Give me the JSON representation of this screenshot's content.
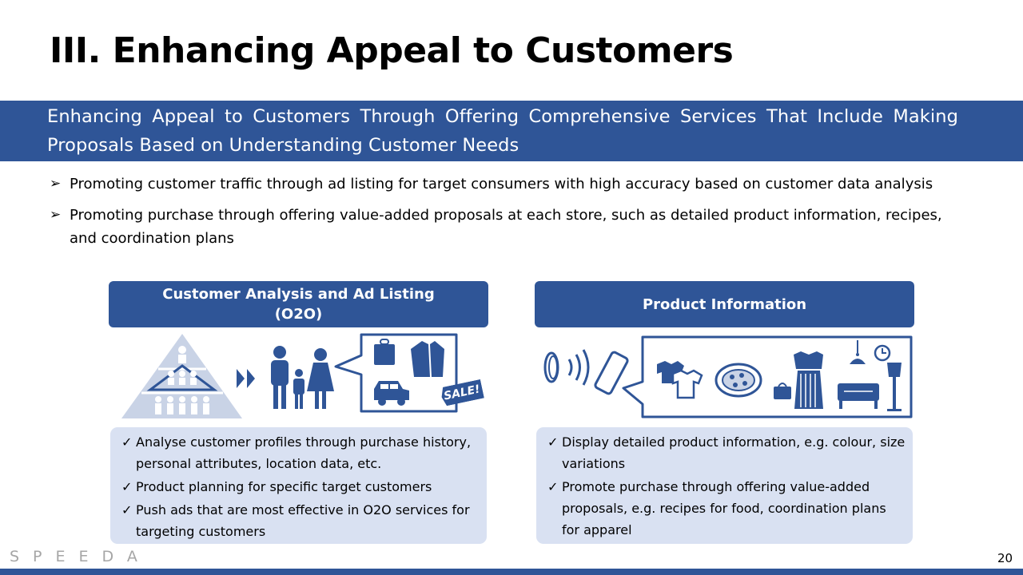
{
  "title": "III. Enhancing Appeal to Customers",
  "banner": "Enhancing Appeal to Customers Through Offering Comprehensive Services That Include Making Proposals Based on Understanding Customer Needs",
  "bullets": [
    "Promoting customer traffic through ad listing for target consumers with high accuracy based on customer data analysis",
    "Promoting purchase through offering value-added proposals at each store, such as detailed product information, recipes, and coordination plans"
  ],
  "left_panel": {
    "heading_line1": "Customer Analysis and Ad Listing",
    "heading_line2": "(O2O)",
    "sale_tag": "SALE!",
    "items": [
      "Analyse customer profiles through purchase history, personal attributes, location data, etc.",
      "Product planning for specific target customers",
      "Push ads that are most effective in O2O services for targeting customers"
    ]
  },
  "right_panel": {
    "heading": "Product Information",
    "items": [
      "Display detailed product information, e.g. colour, size variations",
      "Promote purchase through offering value-added proposals, e.g. recipes for food, coordination plans for apparel"
    ]
  },
  "footer": {
    "logo": "SPEEDA",
    "page_number": "20"
  },
  "colors": {
    "brand_blue": "#2f5597",
    "light_blue_box": "#d9e1f2",
    "icon_gray_blue": "#c9d3e6"
  }
}
